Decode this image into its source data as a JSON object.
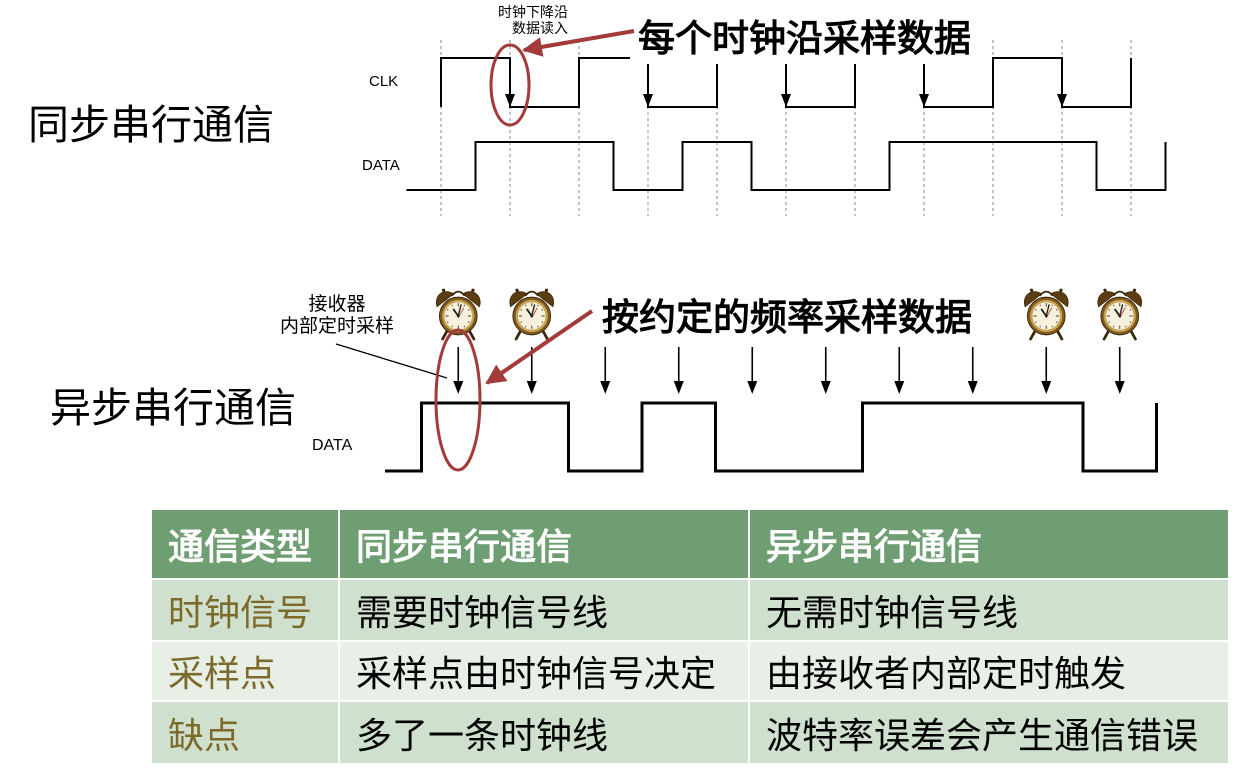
{
  "sync": {
    "title": "同步串行通信",
    "edge_note": [
      "时钟下降沿",
      "数据读入"
    ],
    "clk_label": "CLK",
    "data_label": "DATA",
    "callout": "每个时钟沿采样数据",
    "clk_levels": [
      0,
      1,
      0,
      1,
      0,
      1,
      0,
      1,
      0,
      1,
      0,
      1
    ],
    "data_levels": [
      0,
      1,
      1,
      0,
      1,
      0,
      0,
      1,
      1,
      1,
      0,
      1
    ]
  },
  "async": {
    "title": "异步串行通信",
    "receiver_note": [
      "接收器",
      "内部定时采样"
    ],
    "data_label": "DATA",
    "callout": "按约定的频率采样数据",
    "data_levels": [
      0,
      1,
      1,
      0,
      1,
      0,
      0,
      1,
      1,
      1,
      0,
      1
    ]
  },
  "icons": {
    "sample_clock": "alarm-clock-icon",
    "sample_arrow": "down-arrow-icon"
  },
  "colors": {
    "annotation_red": "#A33B3B",
    "table_header_bg": "#6E9E72",
    "table_header_text": "#FFFFFF",
    "table_row_bg": "#CFE0CF",
    "table_row_alt_bg": "#E7EFE7",
    "row_label_text": "#7C6A2B"
  },
  "table": {
    "headers": [
      "通信类型",
      "同步串行通信",
      "异步串行通信"
    ],
    "rows": [
      [
        "时钟信号",
        "需要时钟信号线",
        "无需时钟信号线"
      ],
      [
        "采样点",
        "采样点由时钟信号决定",
        "由接收者内部定时触发"
      ],
      [
        "缺点",
        "多了一条时钟线",
        "波特率误差会产生通信错误"
      ]
    ]
  }
}
